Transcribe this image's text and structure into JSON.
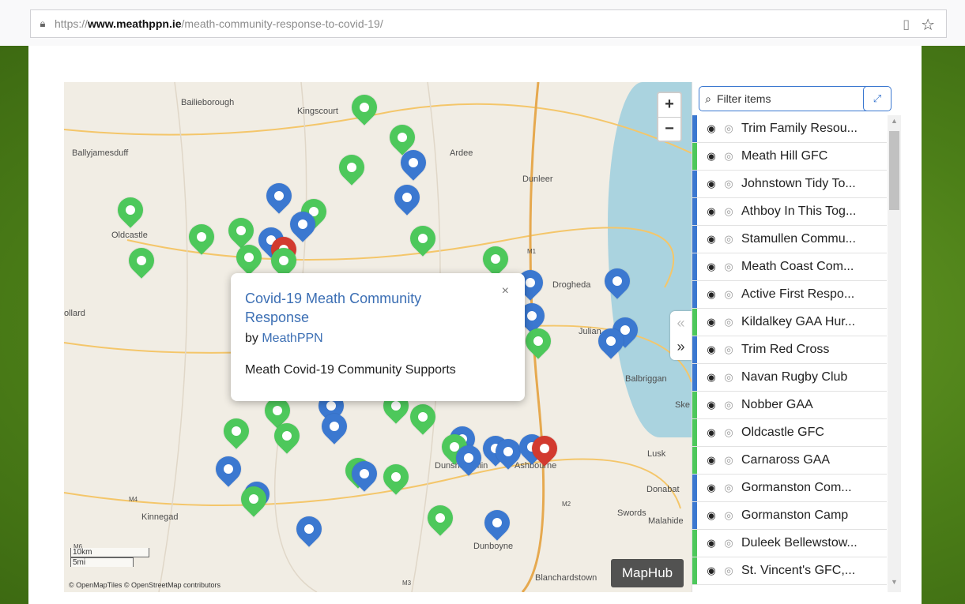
{
  "browser": {
    "url_scheme": "https://",
    "url_domain": "www.meathppn.ie",
    "url_path": "/meath-community-response-to-covid-19/"
  },
  "map": {
    "places": [
      "Bailieborough",
      "Kingscourt",
      "Ballyjamesduff",
      "Ardee",
      "Dunleer",
      "Oldcastle",
      "Drogheda",
      "ollard",
      "Julian",
      "Balbriggan",
      "Ske",
      "Lusk",
      "Dunshaughlin",
      "Ashbourne",
      "Donabat",
      "Swords",
      "Malahide",
      "Kinnegad",
      "Dunboyne",
      "Blanchardstown",
      "M1",
      "M2",
      "M3",
      "M4",
      "M6"
    ],
    "scale_km": "10km",
    "scale_mi": "5mi",
    "attribution": "© OpenMapTiles © OpenStreetMap contributors",
    "brand": "MapHub",
    "zoom_in": "+",
    "zoom_out": "−"
  },
  "popup": {
    "title": "Covid-19 Meath Community Response",
    "by_prefix": "by ",
    "author": "MeathPPN",
    "description": "Meath Covid-19 Community Supports",
    "close": "×"
  },
  "sidebar": {
    "filter_placeholder": "Filter items",
    "items": [
      {
        "label": "Trim Family Resou...",
        "color": "#3b78d0"
      },
      {
        "label": "Meath Hill GFC",
        "color": "#4dc85b"
      },
      {
        "label": "Johnstown Tidy To...",
        "color": "#3b78d0"
      },
      {
        "label": "Athboy In This Tog...",
        "color": "#3b78d0"
      },
      {
        "label": "Stamullen Commu...",
        "color": "#3b78d0"
      },
      {
        "label": "Meath Coast Com...",
        "color": "#3b78d0"
      },
      {
        "label": "Active First Respo...",
        "color": "#3b78d0"
      },
      {
        "label": "Kildalkey GAA Hur...",
        "color": "#4dc85b"
      },
      {
        "label": "Trim Red Cross",
        "color": "#3b78d0"
      },
      {
        "label": "Navan Rugby Club",
        "color": "#3b78d0"
      },
      {
        "label": "Nobber GAA",
        "color": "#4dc85b"
      },
      {
        "label": "Oldcastle GFC",
        "color": "#4dc85b"
      },
      {
        "label": "Carnaross GAA",
        "color": "#4dc85b"
      },
      {
        "label": "Gormanston Com...",
        "color": "#3b78d0"
      },
      {
        "label": "Gormanston Camp",
        "color": "#3b78d0"
      },
      {
        "label": "Duleek Bellewstow...",
        "color": "#4dc85b"
      },
      {
        "label": "St. Vincent's GFC,...",
        "color": "#4dc85b"
      }
    ]
  }
}
